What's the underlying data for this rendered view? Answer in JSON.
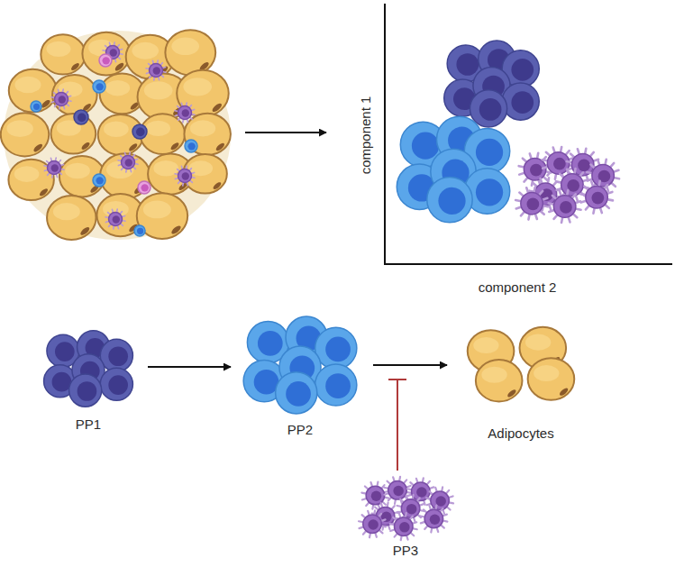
{
  "diagram": {
    "nodes": [
      {
        "text": [
          "PP1"
        ]
      },
      {
        "text": [
          "PP2"
        ]
      },
      {
        "text": [
          "Adipocytes"
        ]
      },
      {
        "text": [
          "PP3"
        ]
      }
    ],
    "edges": [
      {
        "from": 0,
        "to": 1,
        "arrow": "to"
      },
      {
        "from": 1,
        "to": 2,
        "arrow": "to"
      }
    ],
    "labels": [
      "component 1",
      "component 2"
    ]
  }
}
